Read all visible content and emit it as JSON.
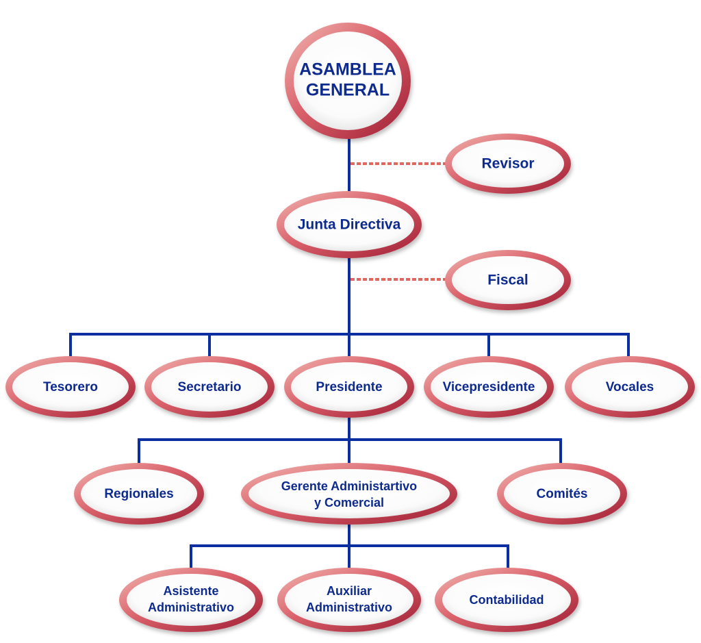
{
  "nodes": {
    "asamblea_line1": "ASAMBLEA",
    "asamblea_line2": "GENERAL",
    "revisor": "Revisor",
    "junta": "Junta Directiva",
    "fiscal": "Fiscal",
    "tesorero": "Tesorero",
    "secretario": "Secretario",
    "presidente": "Presidente",
    "vicepresidente": "Vicepresidente",
    "vocales": "Vocales",
    "regionales": "Regionales",
    "gerente_line1": "Gerente Administartivo",
    "gerente_line2": "y Comercial",
    "comites": "Comités",
    "asistente_line1": "Asistente",
    "asistente_line2": "Administrativo",
    "auxiliar_line1": "Auxiliar",
    "auxiliar_line2": "Administrativo",
    "contabilidad": "Contabilidad"
  },
  "colors": {
    "connector": "#0b2fa0",
    "advisory_dash": "#e0675d",
    "node_border": "#c0394a",
    "node_fill": "#ffffff",
    "text": "#0d2a8f"
  }
}
